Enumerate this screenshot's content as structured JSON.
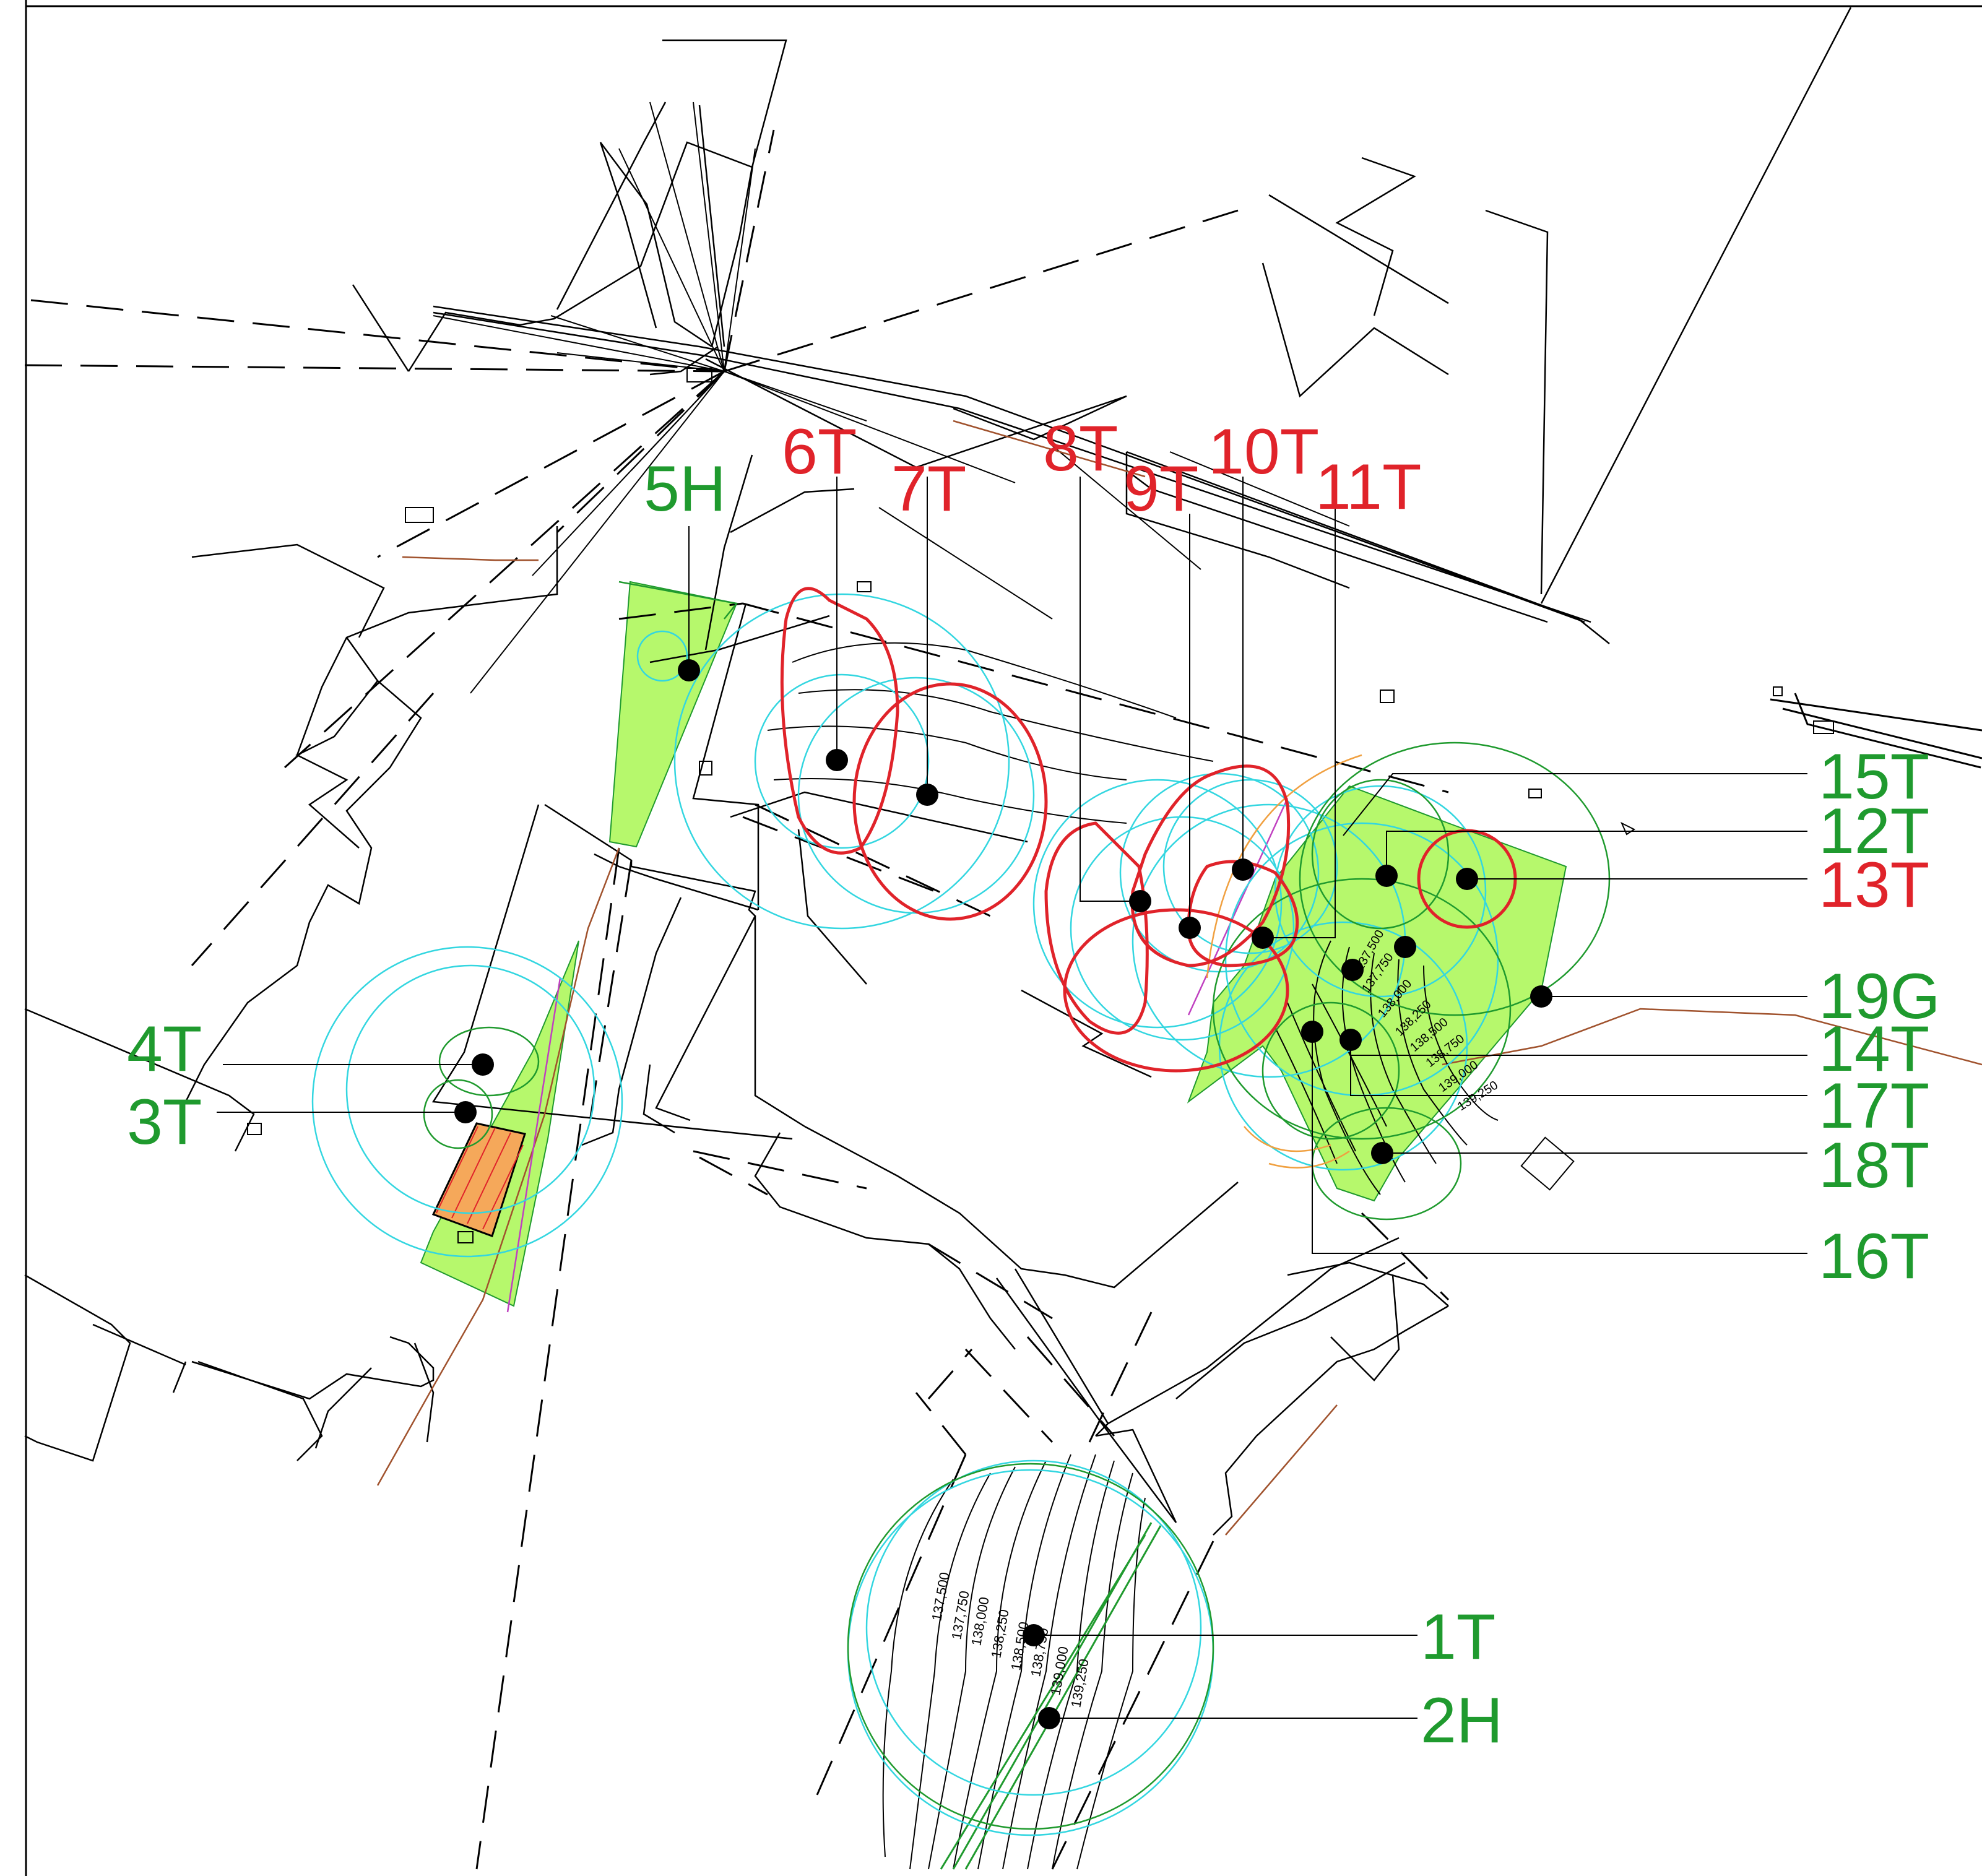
{
  "colors": {
    "keep": "#1f9a2e",
    "remove": "#e0232a",
    "canopy": "#1f9a2e",
    "rpa": "#33d6e0",
    "hatch_fill": "#b6f86c",
    "orange": "#f0a040",
    "linework": "#000000"
  },
  "labels": {
    "t1": "1T",
    "h2": "2H",
    "t3": "3T",
    "t4": "4T",
    "h5": "5H",
    "t6": "6T",
    "t7": "7T",
    "t8": "8T",
    "t9": "9T",
    "t10": "10T",
    "t11": "11T",
    "t12": "12T",
    "t13": "13T",
    "t14": "14T",
    "t15": "15T",
    "t16": "16T",
    "t17": "17T",
    "t18": "18T",
    "g19": "19G"
  },
  "contours": {
    "lower": [
      "137,500",
      "137,750",
      "138,000",
      "138,250",
      "138,500",
      "138,750",
      "139,000",
      "139,250"
    ],
    "upper": [
      "137,500",
      "137,750",
      "138,000",
      "138,250",
      "138,500",
      "138,750",
      "139,000",
      "139,250"
    ]
  }
}
